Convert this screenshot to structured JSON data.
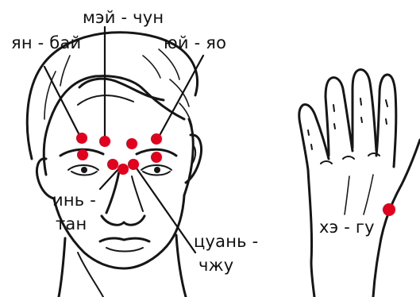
{
  "labels": {
    "yan_bai": "ян - бай",
    "mei_chun": "мэй - чун",
    "yui_yao": "юй - яо",
    "yin_tan_1": "инь -",
    "yin_tan_2": "тан",
    "tsuan_zhu_1": "цуань -",
    "tsuan_zhu_2": "чжу",
    "he_gu": "хэ - гу"
  },
  "colors": {
    "point": "#e1001e",
    "ink": "#161616"
  }
}
